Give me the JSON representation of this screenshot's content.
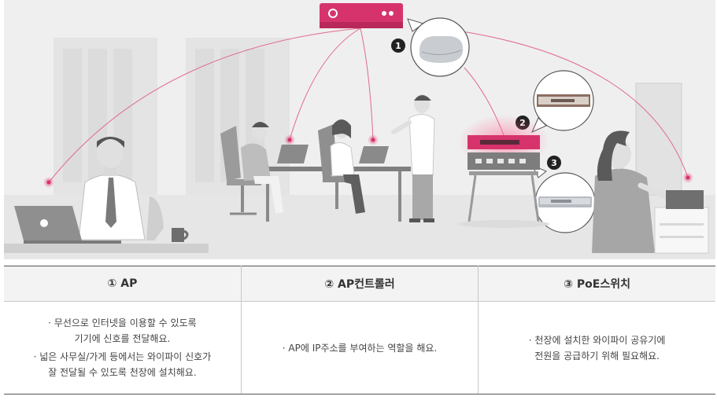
{
  "markers": [
    "1",
    "2",
    "3"
  ],
  "columns": [
    {
      "header": "① AP",
      "desc": [
        [
          "· 무선으로 인터넷을 이용할 수 있도록",
          "기기에 신호를 전달해요."
        ],
        [
          "· 넓은 사무실/가게 등에서는 와이파이 신호가",
          "잘 전달될 수 있도록 천장에 설치해요."
        ]
      ]
    },
    {
      "header": "② AP컨트롤러",
      "desc": [
        [
          "· AP에 IP주소를 부여하는 역할을 해요."
        ]
      ]
    },
    {
      "header": "③ PoE스위치",
      "desc": [
        [
          "· 천장에 설치한 와이파이 공유기에",
          "전원을 공급하기 위해 필요해요."
        ]
      ]
    }
  ],
  "colors": {
    "accent": "#d6336c",
    "scene_bg": "#f0f0f0",
    "figure": "#a6a6a6",
    "figure_dark": "#7a7a7a"
  }
}
